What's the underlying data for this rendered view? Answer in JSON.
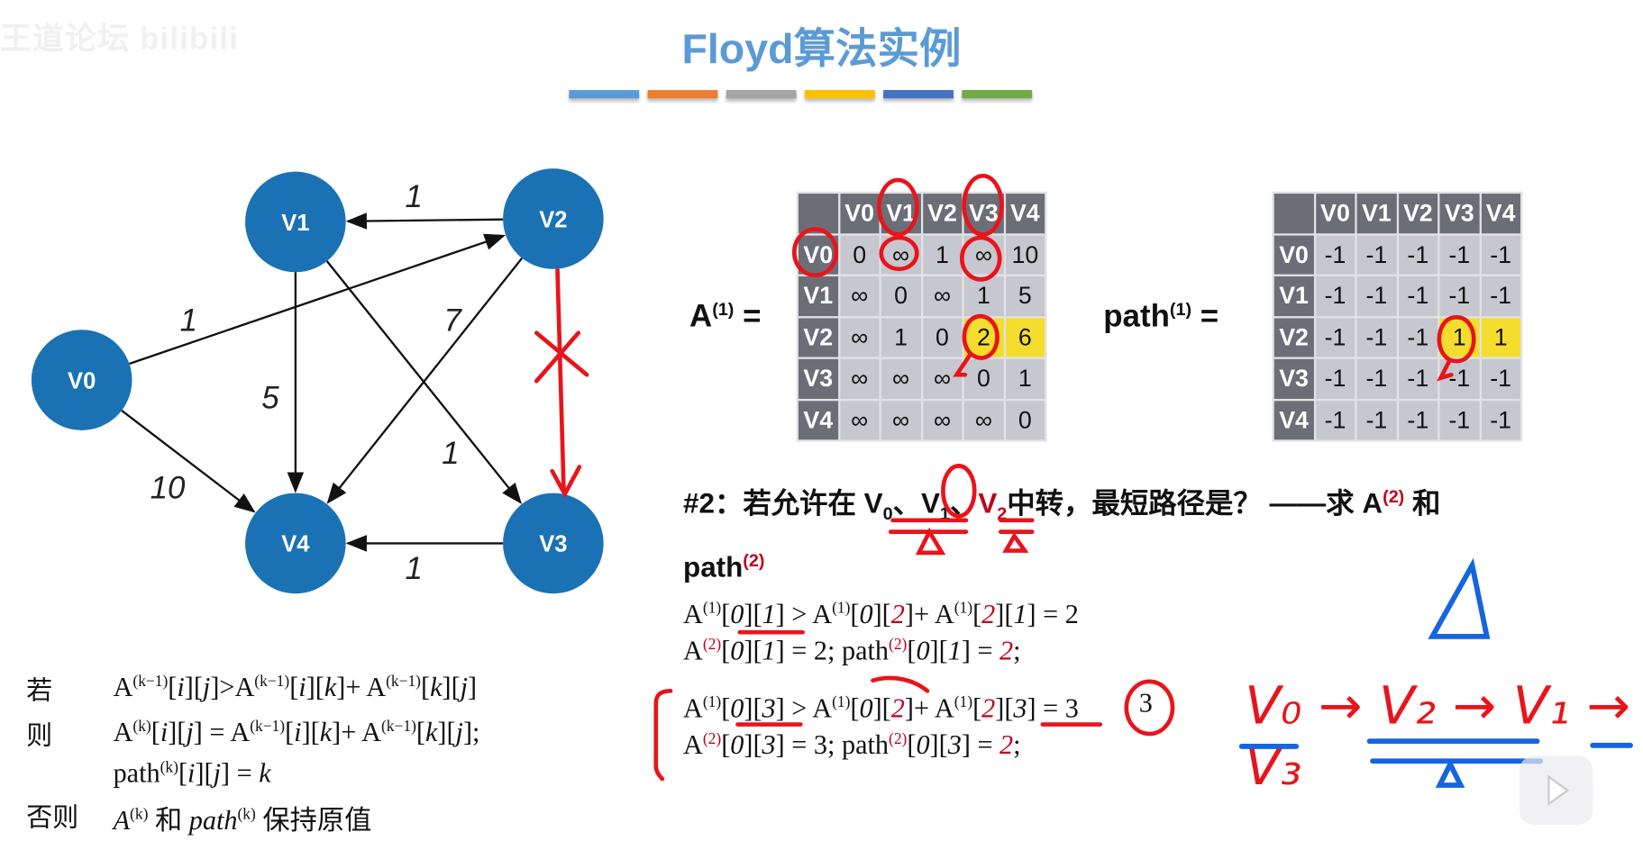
{
  "watermark": "王道论坛 bilibili",
  "title": "Floyd算法实例",
  "color_bar": [
    "#5b9bd5",
    "#ed7d31",
    "#a5a5a5",
    "#ffc000",
    "#4472c4",
    "#70ad47"
  ],
  "graph": {
    "node_color": "#1a72b4",
    "nodes": [
      "V0",
      "V1",
      "V2",
      "V3",
      "V4"
    ],
    "edges": [
      {
        "from": "V2",
        "to": "V1",
        "weight": "1"
      },
      {
        "from": "V0",
        "to": "V2",
        "weight": "1"
      },
      {
        "from": "V1",
        "to": "V4",
        "weight": "5"
      },
      {
        "from": "V1",
        "to": "V3",
        "weight": "1"
      },
      {
        "from": "V2",
        "to": "V4",
        "weight": "7"
      },
      {
        "from": "V0",
        "to": "V4",
        "weight": "10"
      },
      {
        "from": "V3",
        "to": "V4",
        "weight": "1"
      },
      {
        "from": "V2",
        "to": "V3",
        "weight": ""
      }
    ]
  },
  "matrixA": {
    "label": "A",
    "sup": "(1)",
    "eq": "=",
    "headers": [
      "V0",
      "V1",
      "V2",
      "V3",
      "V4"
    ],
    "rows": [
      [
        "0",
        "∞",
        "1",
        "∞",
        "10"
      ],
      [
        "∞",
        "0",
        "∞",
        "1",
        "5"
      ],
      [
        "∞",
        "1",
        "0",
        "2",
        "6"
      ],
      [
        "∞",
        "∞",
        "∞",
        "0",
        "1"
      ],
      [
        "∞",
        "∞",
        "∞",
        "∞",
        "0"
      ]
    ],
    "highlight": [
      [
        2,
        3
      ],
      [
        2,
        4
      ]
    ],
    "highlight_color": "#f4dd2c"
  },
  "matrixPath": {
    "label": "path",
    "sup": "(1)",
    "eq": "=",
    "headers": [
      "V0",
      "V1",
      "V2",
      "V3",
      "V4"
    ],
    "rows": [
      [
        "-1",
        "-1",
        "-1",
        "-1",
        "-1"
      ],
      [
        "-1",
        "-1",
        "-1",
        "-1",
        "-1"
      ],
      [
        "-1",
        "-1",
        "-1",
        "1",
        "1"
      ],
      [
        "-1",
        "-1",
        "-1",
        "-1",
        "-1"
      ],
      [
        "-1",
        "-1",
        "-1",
        "-1",
        "-1"
      ]
    ],
    "highlight": [
      [
        2,
        3
      ],
      [
        2,
        4
      ]
    ]
  },
  "question": {
    "prefix": "#2：若允许在 ",
    "v0": "V",
    "v0_sub": "0",
    "sep1": "、",
    "v1": "V",
    "v1_sub": "1",
    "sep2": "、",
    "v2": "V",
    "v2_sub": "2",
    "mid": "中转，最短路径是？ ——求 ",
    "a": "A",
    "a_sup": "(2)",
    "and": " 和",
    "path": "path",
    "path_sup": "(2)"
  },
  "formulas": [
    [
      {
        "t": "A"
      },
      {
        "sup": "(1)"
      },
      {
        "t": "["
      },
      {
        "i": "0"
      },
      {
        "t": "]["
      },
      {
        "i": "1"
      },
      {
        "t": "] > A"
      },
      {
        "sup": "(1)"
      },
      {
        "t": "["
      },
      {
        "i": "0"
      },
      {
        "t": "]["
      },
      {
        "i": "2",
        "red": true
      },
      {
        "t": "]+ A"
      },
      {
        "sup": "(1)"
      },
      {
        "t": "["
      },
      {
        "i": "2",
        "red": true
      },
      {
        "t": "]["
      },
      {
        "i": "1"
      },
      {
        "t": "] = 2"
      }
    ],
    [
      {
        "t": "A"
      },
      {
        "sup": "(2)",
        "red": true
      },
      {
        "t": "["
      },
      {
        "i": "0"
      },
      {
        "t": "]["
      },
      {
        "i": "1"
      },
      {
        "t": "] = 2; path"
      },
      {
        "sup": "(2)",
        "red": true
      },
      {
        "t": "["
      },
      {
        "i": "0"
      },
      {
        "t": "]["
      },
      {
        "i": "1"
      },
      {
        "t": "] = "
      },
      {
        "i": "2",
        "red": true
      },
      {
        "t": ";"
      }
    ],
    [
      {
        "t": "A"
      },
      {
        "sup": "(1)"
      },
      {
        "t": "["
      },
      {
        "i": "0"
      },
      {
        "t": "]["
      },
      {
        "i": "3"
      },
      {
        "t": "] > A"
      },
      {
        "sup": "(1)"
      },
      {
        "t": "["
      },
      {
        "i": "0"
      },
      {
        "t": "]["
      },
      {
        "i": "2",
        "red": true
      },
      {
        "t": "]+ A"
      },
      {
        "sup": "(1)"
      },
      {
        "t": "["
      },
      {
        "i": "2",
        "red": true
      },
      {
        "t": "]["
      },
      {
        "i": "3"
      },
      {
        "t": "] = 3"
      }
    ],
    [
      {
        "t": "A"
      },
      {
        "sup": "(2)",
        "red": true
      },
      {
        "t": "["
      },
      {
        "i": "0"
      },
      {
        "t": "]["
      },
      {
        "i": "3"
      },
      {
        "t": "] = 3; path"
      },
      {
        "sup": "(2)",
        "red": true
      },
      {
        "t": "["
      },
      {
        "i": "0"
      },
      {
        "t": "]["
      },
      {
        "i": "3"
      },
      {
        "t": "] = "
      },
      {
        "i": "2",
        "red": true
      },
      {
        "t": ";"
      }
    ]
  ],
  "rule": {
    "if_label": "若",
    "if_formula": [
      {
        "t": "A"
      },
      {
        "sup": "(k−1)"
      },
      {
        "t": "["
      },
      {
        "i": "i"
      },
      {
        "t": "]["
      },
      {
        "i": "j"
      },
      {
        "t": "]>A"
      },
      {
        "sup": "(k−1)"
      },
      {
        "t": "["
      },
      {
        "i": "i"
      },
      {
        "t": "]["
      },
      {
        "i": "k"
      },
      {
        "t": "]+ A"
      },
      {
        "sup": "(k−1)"
      },
      {
        "t": "["
      },
      {
        "i": "k"
      },
      {
        "t": "]["
      },
      {
        "i": "j"
      },
      {
        "t": "]"
      }
    ],
    "then_label": "则",
    "then_formula": [
      {
        "t": "A"
      },
      {
        "sup": "(k)"
      },
      {
        "t": "["
      },
      {
        "i": "i"
      },
      {
        "t": "]["
      },
      {
        "i": "j"
      },
      {
        "t": "] = A"
      },
      {
        "sup": "(k−1)"
      },
      {
        "t": "["
      },
      {
        "i": "i"
      },
      {
        "t": "]["
      },
      {
        "i": "k"
      },
      {
        "t": "]+ A"
      },
      {
        "sup": "(k−1)"
      },
      {
        "t": "["
      },
      {
        "i": "k"
      },
      {
        "t": "]["
      },
      {
        "i": "j"
      },
      {
        "t": "];"
      }
    ],
    "then_formula2": [
      {
        "t": "path"
      },
      {
        "sup": "(k)"
      },
      {
        "t": "["
      },
      {
        "i": "i"
      },
      {
        "t": "]["
      },
      {
        "i": "j"
      },
      {
        "t": "] = "
      },
      {
        "i": "k"
      }
    ],
    "else_label": "否则",
    "else_formula": [
      {
        "i": "A"
      },
      {
        "sup": "(k)"
      },
      {
        "t": " 和 "
      },
      {
        "i": "path"
      },
      {
        "sup": "(k)"
      },
      {
        "t": " 保持原值"
      }
    ]
  },
  "annotations": {
    "handwritten_path": "V₀ → V₂ → V₁ → V₃",
    "handwritten_circle_value": "3",
    "ink_red": "#e8141c",
    "ink_blue": "#1565e0"
  }
}
